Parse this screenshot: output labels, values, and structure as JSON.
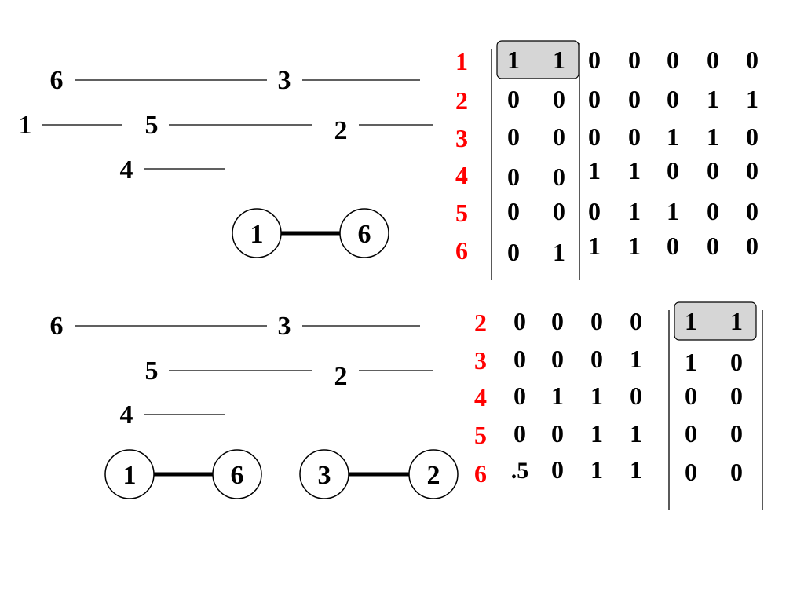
{
  "top_panel": {
    "segments": [
      {
        "label": "6"
      },
      {
        "label": "3"
      },
      {
        "label": "1"
      },
      {
        "label": "5"
      },
      {
        "label": "2"
      },
      {
        "label": "4"
      }
    ],
    "graph": {
      "nodes": [
        "1",
        "6"
      ]
    },
    "matrix": {
      "row_labels": [
        "1",
        "2",
        "3",
        "4",
        "5",
        "6"
      ],
      "rows": [
        [
          "1",
          "1",
          "0",
          "0",
          "0",
          "0",
          "0"
        ],
        [
          "0",
          "0",
          "0",
          "0",
          "0",
          "1",
          "1"
        ],
        [
          "0",
          "0",
          "0",
          "0",
          "1",
          "1",
          "0"
        ],
        [
          "0",
          "0",
          "1",
          "1",
          "0",
          "0",
          "0"
        ],
        [
          "0",
          "0",
          "0",
          "1",
          "1",
          "0",
          "0"
        ],
        [
          "0",
          "1",
          "1",
          "1",
          "0",
          "0",
          "0"
        ]
      ]
    }
  },
  "bottom_panel": {
    "segments": [
      {
        "label": "6"
      },
      {
        "label": "3"
      },
      {
        "label": "5"
      },
      {
        "label": "2"
      },
      {
        "label": "4"
      }
    ],
    "graph_left": {
      "nodes": [
        "1",
        "6"
      ]
    },
    "graph_right": {
      "nodes": [
        "3",
        "2"
      ]
    },
    "matrix": {
      "row_labels": [
        "2",
        "3",
        "4",
        "5",
        "6"
      ],
      "rows": [
        [
          "0",
          "0",
          "0",
          "0",
          "1",
          "1"
        ],
        [
          "0",
          "0",
          "0",
          "1",
          "1",
          "0"
        ],
        [
          "0",
          "1",
          "1",
          "0",
          "0",
          "0"
        ],
        [
          "0",
          "0",
          "1",
          "1",
          "0",
          "0"
        ],
        [
          ".5",
          "0",
          "1",
          "1",
          "0",
          "0"
        ]
      ]
    }
  },
  "colors": {
    "row_label": "#ff0000",
    "highlight": "#d6d6d6"
  }
}
